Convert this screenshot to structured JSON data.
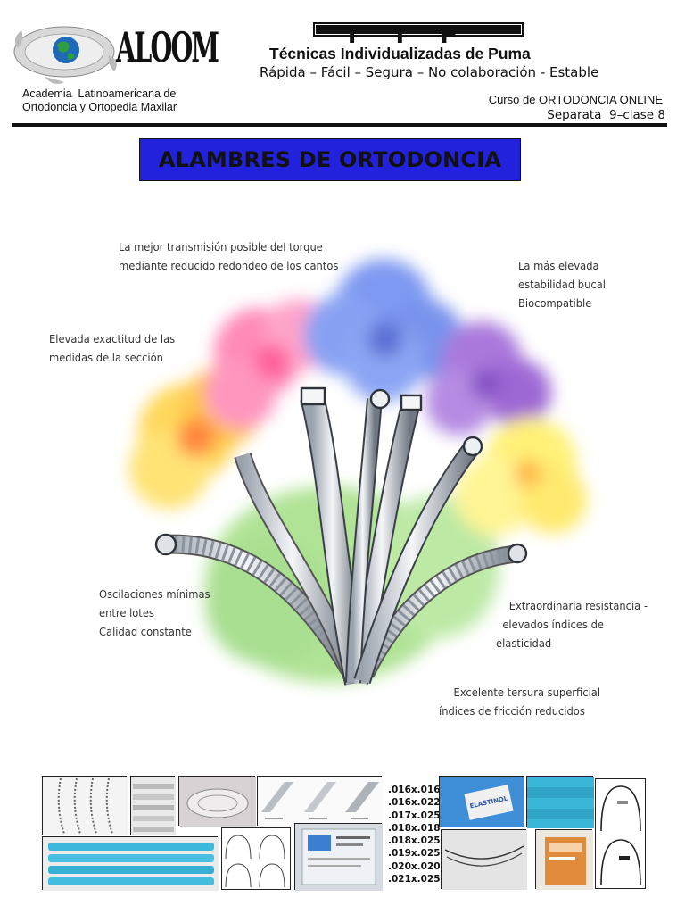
{
  "header": {
    "logo_text": "ALOOM",
    "academy_line1": "Academia  Latinoamericana de",
    "academy_line2": "Ortodoncia y Ortopedia Maxilar",
    "tip_logo": "TIP",
    "tip_title": "Técnicas Individualizadas de Puma",
    "tip_subtitle": "Rápida – Fácil – Segura – No colaboración - Estable",
    "course": "Curso de ORTODONCIA ONLINE",
    "separata": "Separata  9–clase 8"
  },
  "title": "ALAMBRES DE ORTODONCIA",
  "callouts": {
    "torque_line1": "La mejor transmisión posible del torque",
    "torque_line2": "mediante reducido redondeo de los cantos",
    "stability_line1": "La más elevada",
    "stability_line2": "estabilidad bucal",
    "stability_line3": "Biocompatible",
    "accuracy_line1": "Elevada exactitud de las",
    "accuracy_line2": "medidas de la sección",
    "oscillation_line1": "Oscilaciones mínimas",
    "oscillation_line2": "entre lotes",
    "oscillation_line3": "Calidad constante",
    "resistance_line1": "Extraordinaria resistancia -",
    "resistance_line2": "elevados índices de",
    "resistance_line3": "elasticidad",
    "smooth_line1": "Excelente tersura superficial",
    "smooth_line2": "índices de fricción reducidos"
  },
  "wire_sizes": [
    ".016x.016",
    ".016x.022",
    ".017x.025",
    ".018x.018",
    ".018x.025",
    ".019x.025",
    ".020x.020",
    ".021x.025"
  ],
  "product_labels": {
    "elastinol": "ELASTINOL"
  },
  "colors": {
    "title_box": "#2222dd",
    "rule": "#111111",
    "package_cyan": "#39b6d8"
  }
}
